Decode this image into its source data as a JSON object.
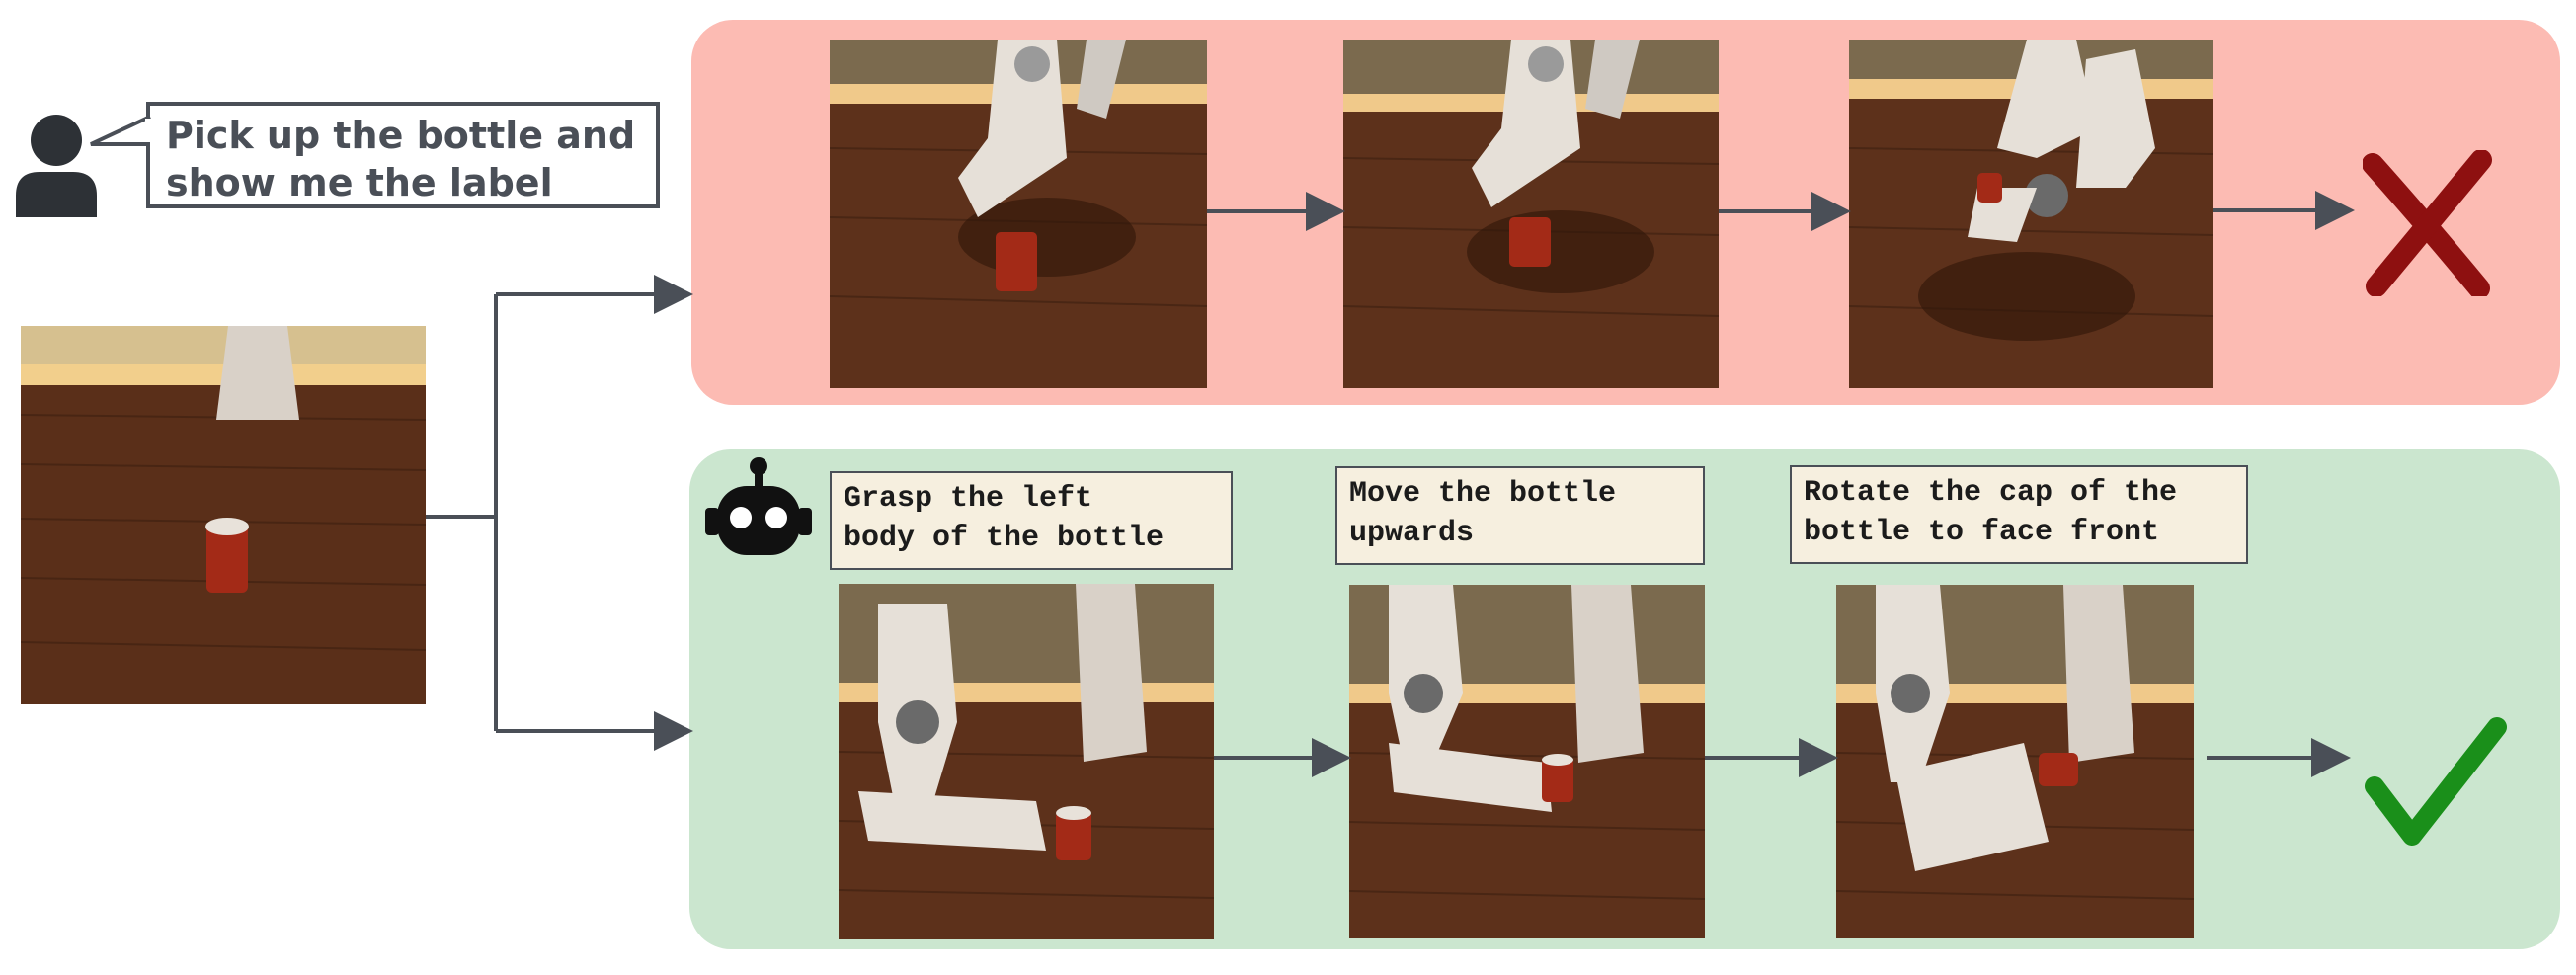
{
  "instruction": {
    "line1": "Pick up the bottle and",
    "line2": "show me the label"
  },
  "steps": [
    {
      "line1": "Grasp the left",
      "line2": "body of the bottle"
    },
    {
      "line1": "Move the bottle",
      "line2": "upwards"
    },
    {
      "line1": "Rotate the cap of the",
      "line2": "bottle to face front"
    }
  ],
  "outcomes": {
    "fail": "cross-mark",
    "success": "check-mark"
  },
  "colors": {
    "fail_panel": "#fcbbb3",
    "success_panel": "#cbe6cf",
    "fail_mark": "#8e1010",
    "success_mark": "#1a8f1a",
    "arrow": "#4a4f57"
  },
  "icons": [
    "user-icon",
    "robot-icon"
  ]
}
